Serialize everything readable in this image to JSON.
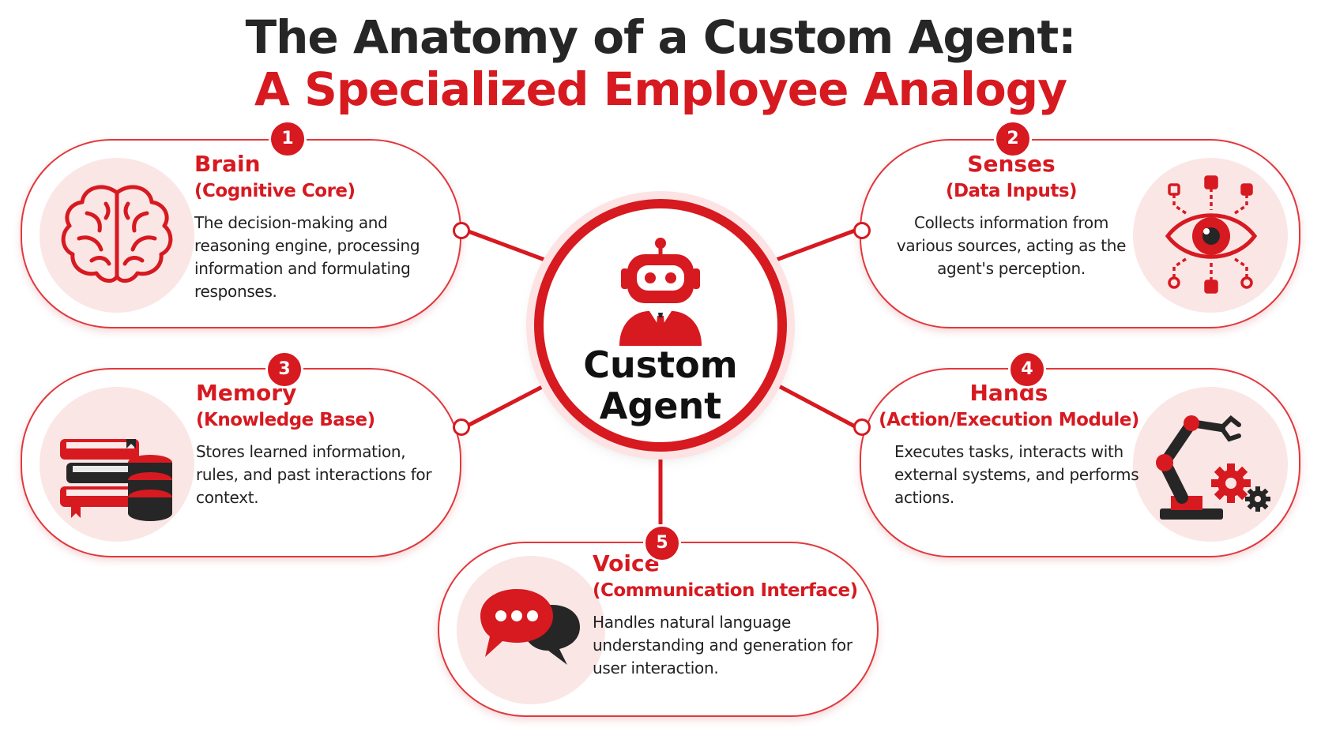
{
  "title": {
    "line1": "The Anatomy of a Custom Agent:",
    "line2": "A Specialized Employee Analogy"
  },
  "center": {
    "line1": "Custom",
    "line2": "Agent",
    "icon": "robot-agent-icon"
  },
  "components": [
    {
      "number": "1",
      "title": "Brain",
      "subtitle": "(Cognitive Core)",
      "description": "The decision-making and reasoning engine, processing information and formulating responses.",
      "icon": "brain-icon"
    },
    {
      "number": "2",
      "title": "Senses",
      "subtitle": "(Data Inputs)",
      "description": "Collects information from various sources, acting as the agent's perception.",
      "icon": "eye-sensor-icon"
    },
    {
      "number": "3",
      "title": "Memory",
      "subtitle": "(Knowledge Base)",
      "description": "Stores learned information, rules, and past interactions for context.",
      "icon": "books-database-icon"
    },
    {
      "number": "4",
      "title": "Hands",
      "subtitle": "(Action/Execution Module)",
      "description": "Executes tasks, interacts with external systems, and performs actions.",
      "icon": "robotic-arm-icon"
    },
    {
      "number": "5",
      "title": "Voice",
      "subtitle": "(Communication Interface)",
      "description": "Handles natural language understanding and generation for user interaction.",
      "icon": "chat-bubbles-icon"
    }
  ],
  "colors": {
    "accent": "#d71920",
    "dark": "#262626",
    "icon_bg": "#fbe6e6"
  }
}
